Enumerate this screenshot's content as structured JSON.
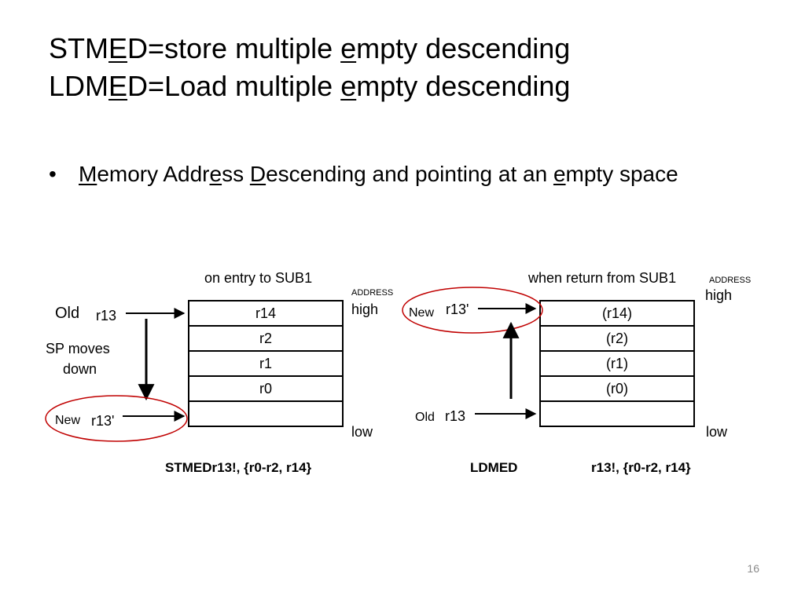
{
  "title": {
    "line1": {
      "pre": "STM",
      "u": "E",
      "post": "D=store multiple ",
      "u2": "e",
      "post2": "mpty descending"
    },
    "line2": {
      "pre": "LDM",
      "u": "E",
      "post": "D=Load multiple ",
      "u2": "e",
      "post2": "mpty descending"
    }
  },
  "bullet": {
    "marker": "•",
    "parts": [
      {
        "u": "M"
      },
      {
        "t": "emory Addr"
      },
      {
        "u": "e"
      },
      {
        "t": "ss "
      },
      {
        "u": "D"
      },
      {
        "t": "escending and  pointing at an "
      },
      {
        "u": "e"
      },
      {
        "t": "mpty space"
      }
    ]
  },
  "left_diagram": {
    "heading": "on entry to SUB1",
    "address_label": "ADDRESS",
    "high_label": "high",
    "low_label": "low",
    "cells": [
      "r14",
      "r2",
      "r1",
      "r0",
      ""
    ],
    "old_label": "Old",
    "old_reg": "r13",
    "sp_label": "SP moves",
    "sp_label2": "down",
    "new_label": "New",
    "new_reg": "r13'",
    "instruction": "STMEDr13!, {r0-r2, r14}"
  },
  "right_diagram": {
    "heading": "when return from SUB1",
    "address_label": "ADDRESS",
    "high_label": "high",
    "low_label": "low",
    "cells": [
      "(r14)",
      "(r2)",
      "(r1)",
      "(r0)",
      ""
    ],
    "new_label": "New",
    "new_reg": "r13'",
    "old_label": "Old",
    "old_reg": "r13",
    "instruction_op": "LDMED",
    "instruction_args": "r13!, {r0-r2, r14}"
  },
  "page_number": "16",
  "colors": {
    "highlight_ellipse": "#c00000",
    "text": "#000000",
    "page_number": "#8c8c8c"
  }
}
